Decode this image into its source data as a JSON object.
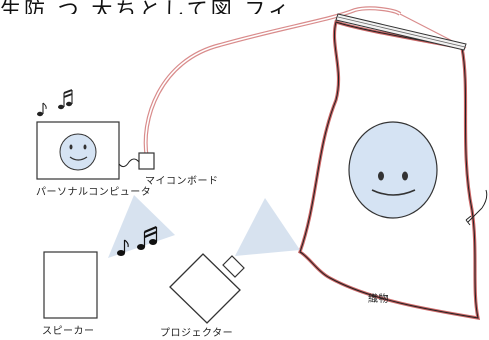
{
  "header_fragment": "生防 つ 大ちとして図 フィ",
  "labels": {
    "personal_computer": "パーソナルコンピュータ",
    "microcontroller_board": "マイコンボード",
    "speaker": "スピーカー",
    "projector": "プロジェクター",
    "fabric": "織物"
  },
  "colors": {
    "ink": "#333333",
    "face_fill": "#d5e3f3",
    "beam_fill": "#c9d8ea",
    "cable_outer": "#d98c8c",
    "cable_inner": "#ffffff"
  },
  "icons": [
    "music-notes-icon",
    "smiley-face-icon",
    "speaker-icon",
    "projector-icon",
    "cursor-arrow-icon"
  ]
}
